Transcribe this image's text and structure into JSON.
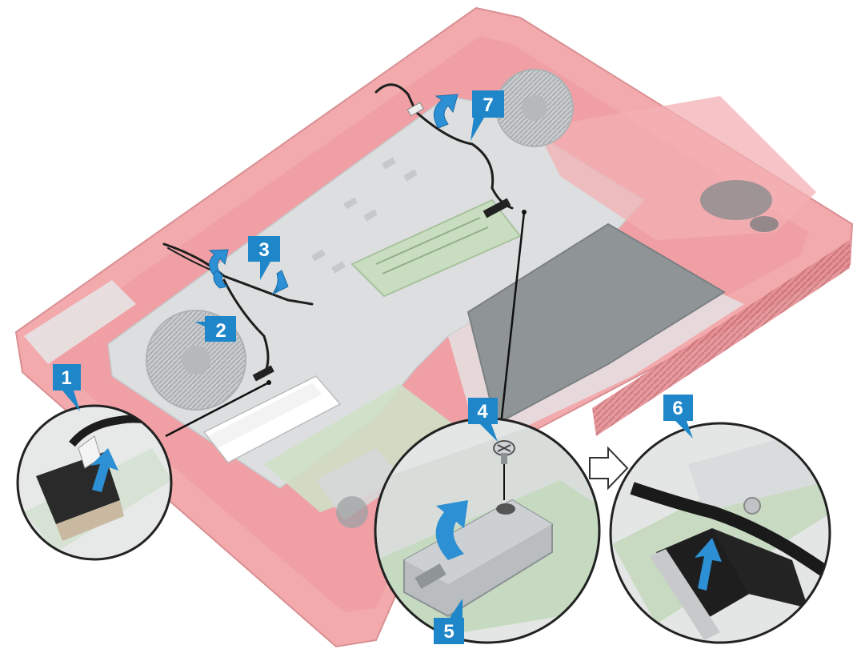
{
  "diagram": {
    "callouts": [
      {
        "label": "1"
      },
      {
        "label": "2"
      },
      {
        "label": "3"
      },
      {
        "label": "4"
      },
      {
        "label": "5"
      },
      {
        "label": "6"
      },
      {
        "label": "7"
      }
    ]
  },
  "colors": {
    "chassis": "#f0a3a6",
    "chassis_dark": "#e48d91",
    "metal": "#d8dadb",
    "metal_dark": "#bfc2c4",
    "board": "#cfe3c6",
    "callout": "#1f87c9",
    "cable": "#1e1e1e",
    "arrow": "#2d8fd4"
  }
}
